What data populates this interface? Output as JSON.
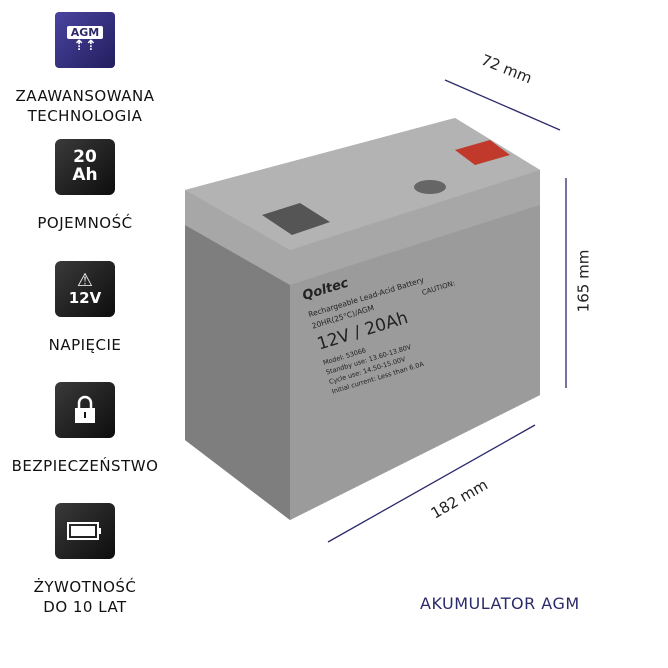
{
  "features": [
    {
      "icon": "agm-icon",
      "icon_text": "AGM",
      "label_lines": [
        "ZAAWANSOWANA",
        "TECHNOLOGIA"
      ]
    },
    {
      "icon": "capacity-icon",
      "icon_text": [
        "20",
        "Ah"
      ],
      "label_lines": [
        "POJEMNOŚĆ"
      ]
    },
    {
      "icon": "voltage-icon",
      "icon_text": "12V",
      "label_lines": [
        "NAPIĘCIE"
      ]
    },
    {
      "icon": "lock-icon",
      "label_lines": [
        "BEZPIECZEŃSTWO"
      ]
    },
    {
      "icon": "battery-icon",
      "label_lines": [
        "ŻYWOTNOŚĆ",
        "DO 10 LAT"
      ]
    }
  ],
  "dimensions": {
    "depth": "72 mm",
    "height": "165 mm",
    "width": "182 mm"
  },
  "battery_label": {
    "brand": "Qoltec",
    "type": "Rechargeable Lead-Acid Battery",
    "rating": "20HR(25°C)/AGM",
    "voltage_capacity": "12V / 20Ah",
    "model": "Model: 53066",
    "standby": "Standby use: 13.60-13.80V",
    "cycle": "Cycle use: 14.50-15.00V",
    "initial": "Initial current: Less than 6.0A",
    "caution": "CAUTION:"
  },
  "title": "AKUMULATOR AGM",
  "colors": {
    "accent": "#2c2a6b",
    "agm_icon": "#3b3785"
  }
}
